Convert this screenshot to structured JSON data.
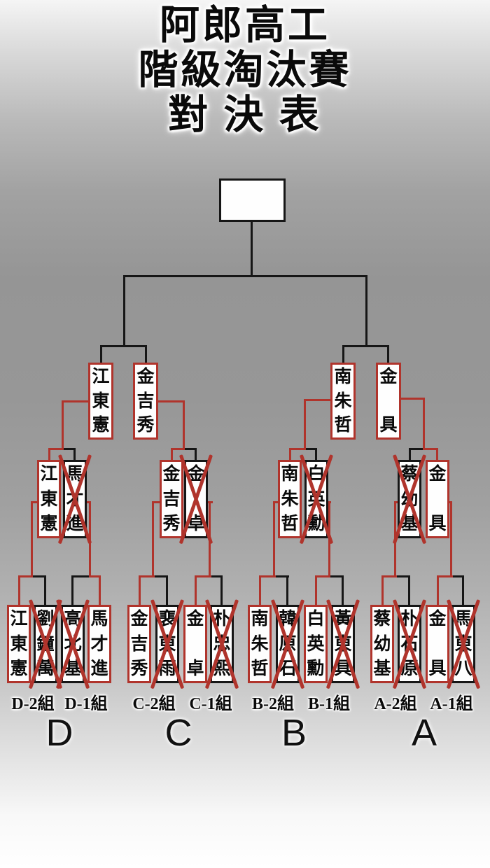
{
  "title": {
    "line1": "阿郎高工",
    "line2": "階級淘汰賽",
    "line3": "對 決 表"
  },
  "final": {
    "winner_name": "",
    "eliminated": false
  },
  "semifinalists": [
    {
      "name": "江東憲",
      "eliminated": false
    },
    {
      "name": "金吉秀",
      "eliminated": false
    },
    {
      "name": "南朱哲",
      "eliminated": false
    },
    {
      "name": "金具",
      "eliminated": false
    }
  ],
  "quarterfinal_results": [
    {
      "name": "江東憲",
      "eliminated": false
    },
    {
      "name": "馬才進",
      "eliminated": true
    },
    {
      "name": "金吉秀",
      "eliminated": false
    },
    {
      "name": "金卓",
      "eliminated": true
    },
    {
      "name": "南朱哲",
      "eliminated": false
    },
    {
      "name": "白英勳",
      "eliminated": true
    },
    {
      "name": "蔡幼基",
      "eliminated": true
    },
    {
      "name": "金具",
      "eliminated": false
    }
  ],
  "round1_results": [
    {
      "name": "江東憲",
      "eliminated": false
    },
    {
      "name": "劉鐘萬",
      "eliminated": true
    },
    {
      "name": "高北基",
      "eliminated": true
    },
    {
      "name": "馬才進",
      "eliminated": false
    },
    {
      "name": "金吉秀",
      "eliminated": false
    },
    {
      "name": "裵東雨",
      "eliminated": true
    },
    {
      "name": "金卓",
      "eliminated": false
    },
    {
      "name": "朴忠熙",
      "eliminated": true
    },
    {
      "name": "南朱哲",
      "eliminated": false
    },
    {
      "name": "韓原石",
      "eliminated": true
    },
    {
      "name": "白英勳",
      "eliminated": false
    },
    {
      "name": "黃東具",
      "eliminated": true
    },
    {
      "name": "蔡幼基",
      "eliminated": false
    },
    {
      "name": "朴石原",
      "eliminated": true
    },
    {
      "name": "金具",
      "eliminated": false
    },
    {
      "name": "馬東八",
      "eliminated": true
    }
  ],
  "group_labels": [
    "D-2組",
    "D-1組",
    "C-2組",
    "C-1組",
    "B-2組",
    "B-1組",
    "A-2組",
    "A-1組"
  ],
  "group_letters": [
    "D",
    "C",
    "B",
    "A"
  ],
  "colors": {
    "winner_path_red": "#b0342c",
    "bracket_line_black": "#161616",
    "box_fill": "#ffffff"
  }
}
